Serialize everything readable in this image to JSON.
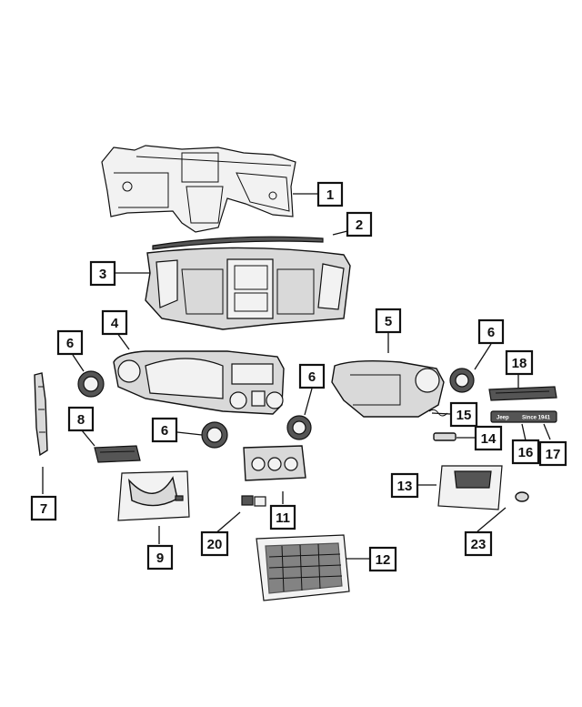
{
  "callouts": {
    "c1": "1",
    "c2": "2",
    "c3": "3",
    "c4": "4",
    "c5": "5",
    "c6a": "6",
    "c6b": "6",
    "c6c": "6",
    "c6d": "6",
    "c7": "7",
    "c8": "8",
    "c9": "9",
    "c11": "11",
    "c12": "12",
    "c13": "13",
    "c14": "14",
    "c15": "15",
    "c16": "16",
    "c17": "17",
    "c18": "18",
    "c20": "20",
    "c23": "23"
  },
  "badge": {
    "brand": "Jeep",
    "text": "Since 1941"
  }
}
